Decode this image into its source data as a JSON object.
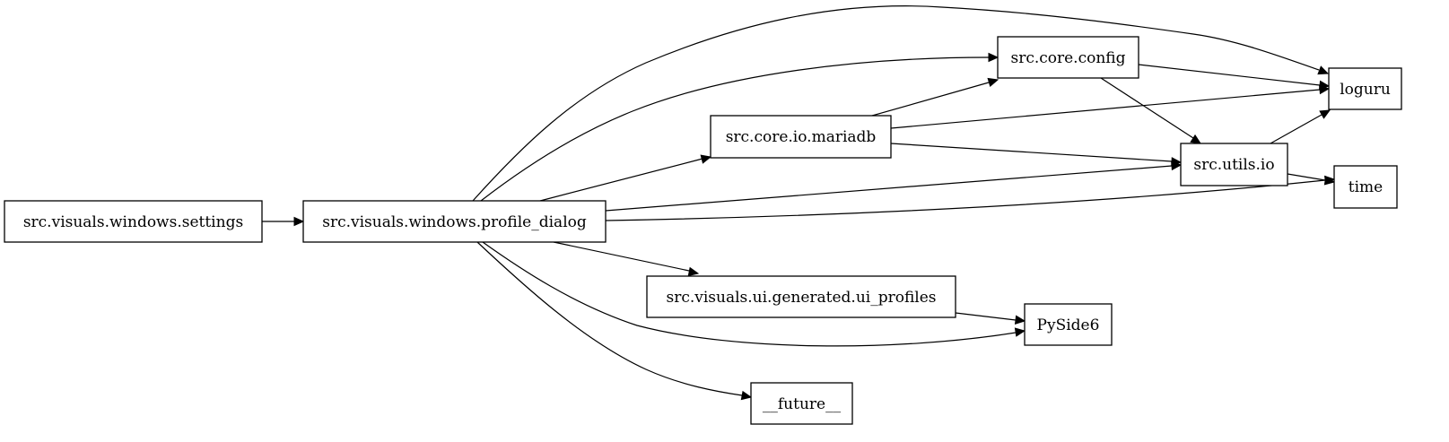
{
  "graph": {
    "nodes": [
      {
        "id": "settings",
        "label": "src.visuals.windows.settings"
      },
      {
        "id": "profile_dialog",
        "label": "src.visuals.windows.profile_dialog"
      },
      {
        "id": "mariadb",
        "label": "src.core.io.mariadb"
      },
      {
        "id": "config",
        "label": "src.core.config"
      },
      {
        "id": "loguru",
        "label": "loguru"
      },
      {
        "id": "utils_io",
        "label": "src.utils.io"
      },
      {
        "id": "time",
        "label": "time"
      },
      {
        "id": "ui_profiles",
        "label": "src.visuals.ui.generated.ui_profiles"
      },
      {
        "id": "pyside6",
        "label": "PySide6"
      },
      {
        "id": "future",
        "label": "__future__"
      }
    ],
    "edges": [
      {
        "from": "settings",
        "to": "profile_dialog"
      },
      {
        "from": "profile_dialog",
        "to": "loguru"
      },
      {
        "from": "profile_dialog",
        "to": "config"
      },
      {
        "from": "profile_dialog",
        "to": "mariadb"
      },
      {
        "from": "profile_dialog",
        "to": "utils_io"
      },
      {
        "from": "profile_dialog",
        "to": "time"
      },
      {
        "from": "profile_dialog",
        "to": "ui_profiles"
      },
      {
        "from": "profile_dialog",
        "to": "pyside6"
      },
      {
        "from": "profile_dialog",
        "to": "future"
      },
      {
        "from": "mariadb",
        "to": "config"
      },
      {
        "from": "mariadb",
        "to": "loguru"
      },
      {
        "from": "mariadb",
        "to": "utils_io"
      },
      {
        "from": "config",
        "to": "loguru"
      },
      {
        "from": "config",
        "to": "utils_io"
      },
      {
        "from": "utils_io",
        "to": "loguru"
      },
      {
        "from": "utils_io",
        "to": "time"
      },
      {
        "from": "ui_profiles",
        "to": "pyside6"
      }
    ]
  }
}
